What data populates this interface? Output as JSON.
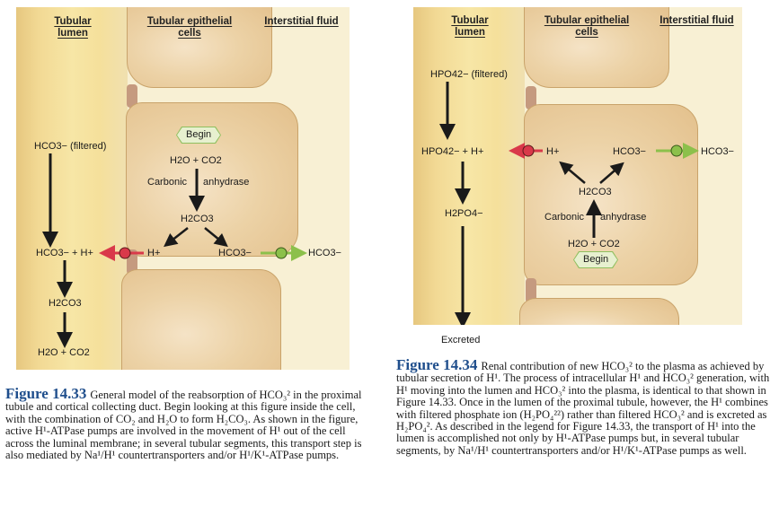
{
  "figure_33": {
    "headers": {
      "lumen": "Tubular lumen",
      "cells": "Tubular epithelial cells",
      "interstitial": "Interstitial fluid"
    },
    "begin": "Begin",
    "labels": {
      "hco3_filtered": "HCO3− (filtered)",
      "h2o_co2_cell": "H2O + CO2",
      "carbonic": "Carbonic",
      "anhydrase": "anhydrase",
      "h2co3_cell": "H2CO3",
      "h_plus_cell": "H+",
      "hco3_cell": "HCO3−",
      "hco3_interstitial": "HCO3−",
      "hco3_h_lumen": "HCO3− + H+",
      "h2co3_lumen": "H2CO3",
      "h2o_co2_lumen": "H2O + CO2"
    },
    "caption": {
      "number": "Figure 14.33",
      "text": "General model of the reabsorption of HCO₃² in the proximal tubule and cortical collecting duct. Begin looking at this figure inside the cell, with the combination of CO₂ and H₂O to form H₂CO₃. As shown in the figure, active H¹-ATPase pumps are involved in the movement of H¹ out of the cell across the luminal membrane; in several tubular segments, this transport step is also mediated by Na¹/H¹ countertransporters and/or H¹/K¹-ATPase pumps."
    }
  },
  "figure_34": {
    "headers": {
      "lumen": "Tubular lumen",
      "cells": "Tubular epithelial cells",
      "interstitial": "Interstitial fluid"
    },
    "begin": "Begin",
    "labels": {
      "hpo4_filtered": "HPO42− (filtered)",
      "hpo4_h": "HPO42− + H+",
      "h2po4": "H2PO4−",
      "excreted": "Excreted",
      "h_plus_cell": "H+",
      "hco3_cell": "HCO3−",
      "hco3_interstitial": "HCO3−",
      "h2co3_cell": "H2CO3",
      "carbonic": "Carbonic",
      "anhydrase": "anhydrase",
      "h2o_co2_cell": "H2O + CO2"
    },
    "caption": {
      "number": "Figure 14.34",
      "text": "Renal contribution of new HCO₃² to the plasma as achieved by tubular secretion of H¹. The process of intracellular H¹ and HCO₃² generation, with H¹ moving into the lumen and HCO₃² into the plasma, is identical to that shown in Figure 14.33. Once in the lumen of the proximal tubule, however, the H¹ combines with filtered phosphate ion (H₂PO₄²²) rather than filtered HCO₃² and is excreted as H₂PO₄². As described in the legend for Figure 14.33, the transport of H¹ into the lumen is accomplished not only by H¹-ATPase pumps but, in several tubular segments, by Na¹/H¹ countertransporters and/or H¹/K¹-ATPase pumps as well."
    }
  },
  "colors": {
    "h_pump": "#d9394a",
    "hco3_transporter": "#8cc04b",
    "caption_figure_number": "#1f4e8c"
  }
}
